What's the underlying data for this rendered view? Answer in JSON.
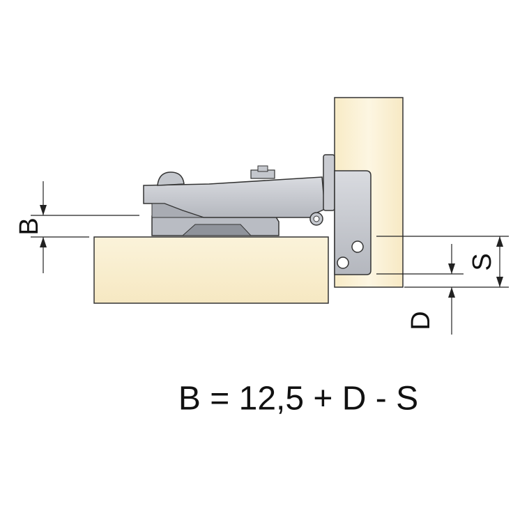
{
  "labels": {
    "b": "B",
    "s": "S",
    "d": "D"
  },
  "formula": "B = 12,5 + D - S",
  "colors": {
    "wood": "#faf0d2",
    "hinge": "#c7c9cf",
    "hinge_dark": "#9ea1a8",
    "line": "#222222"
  }
}
